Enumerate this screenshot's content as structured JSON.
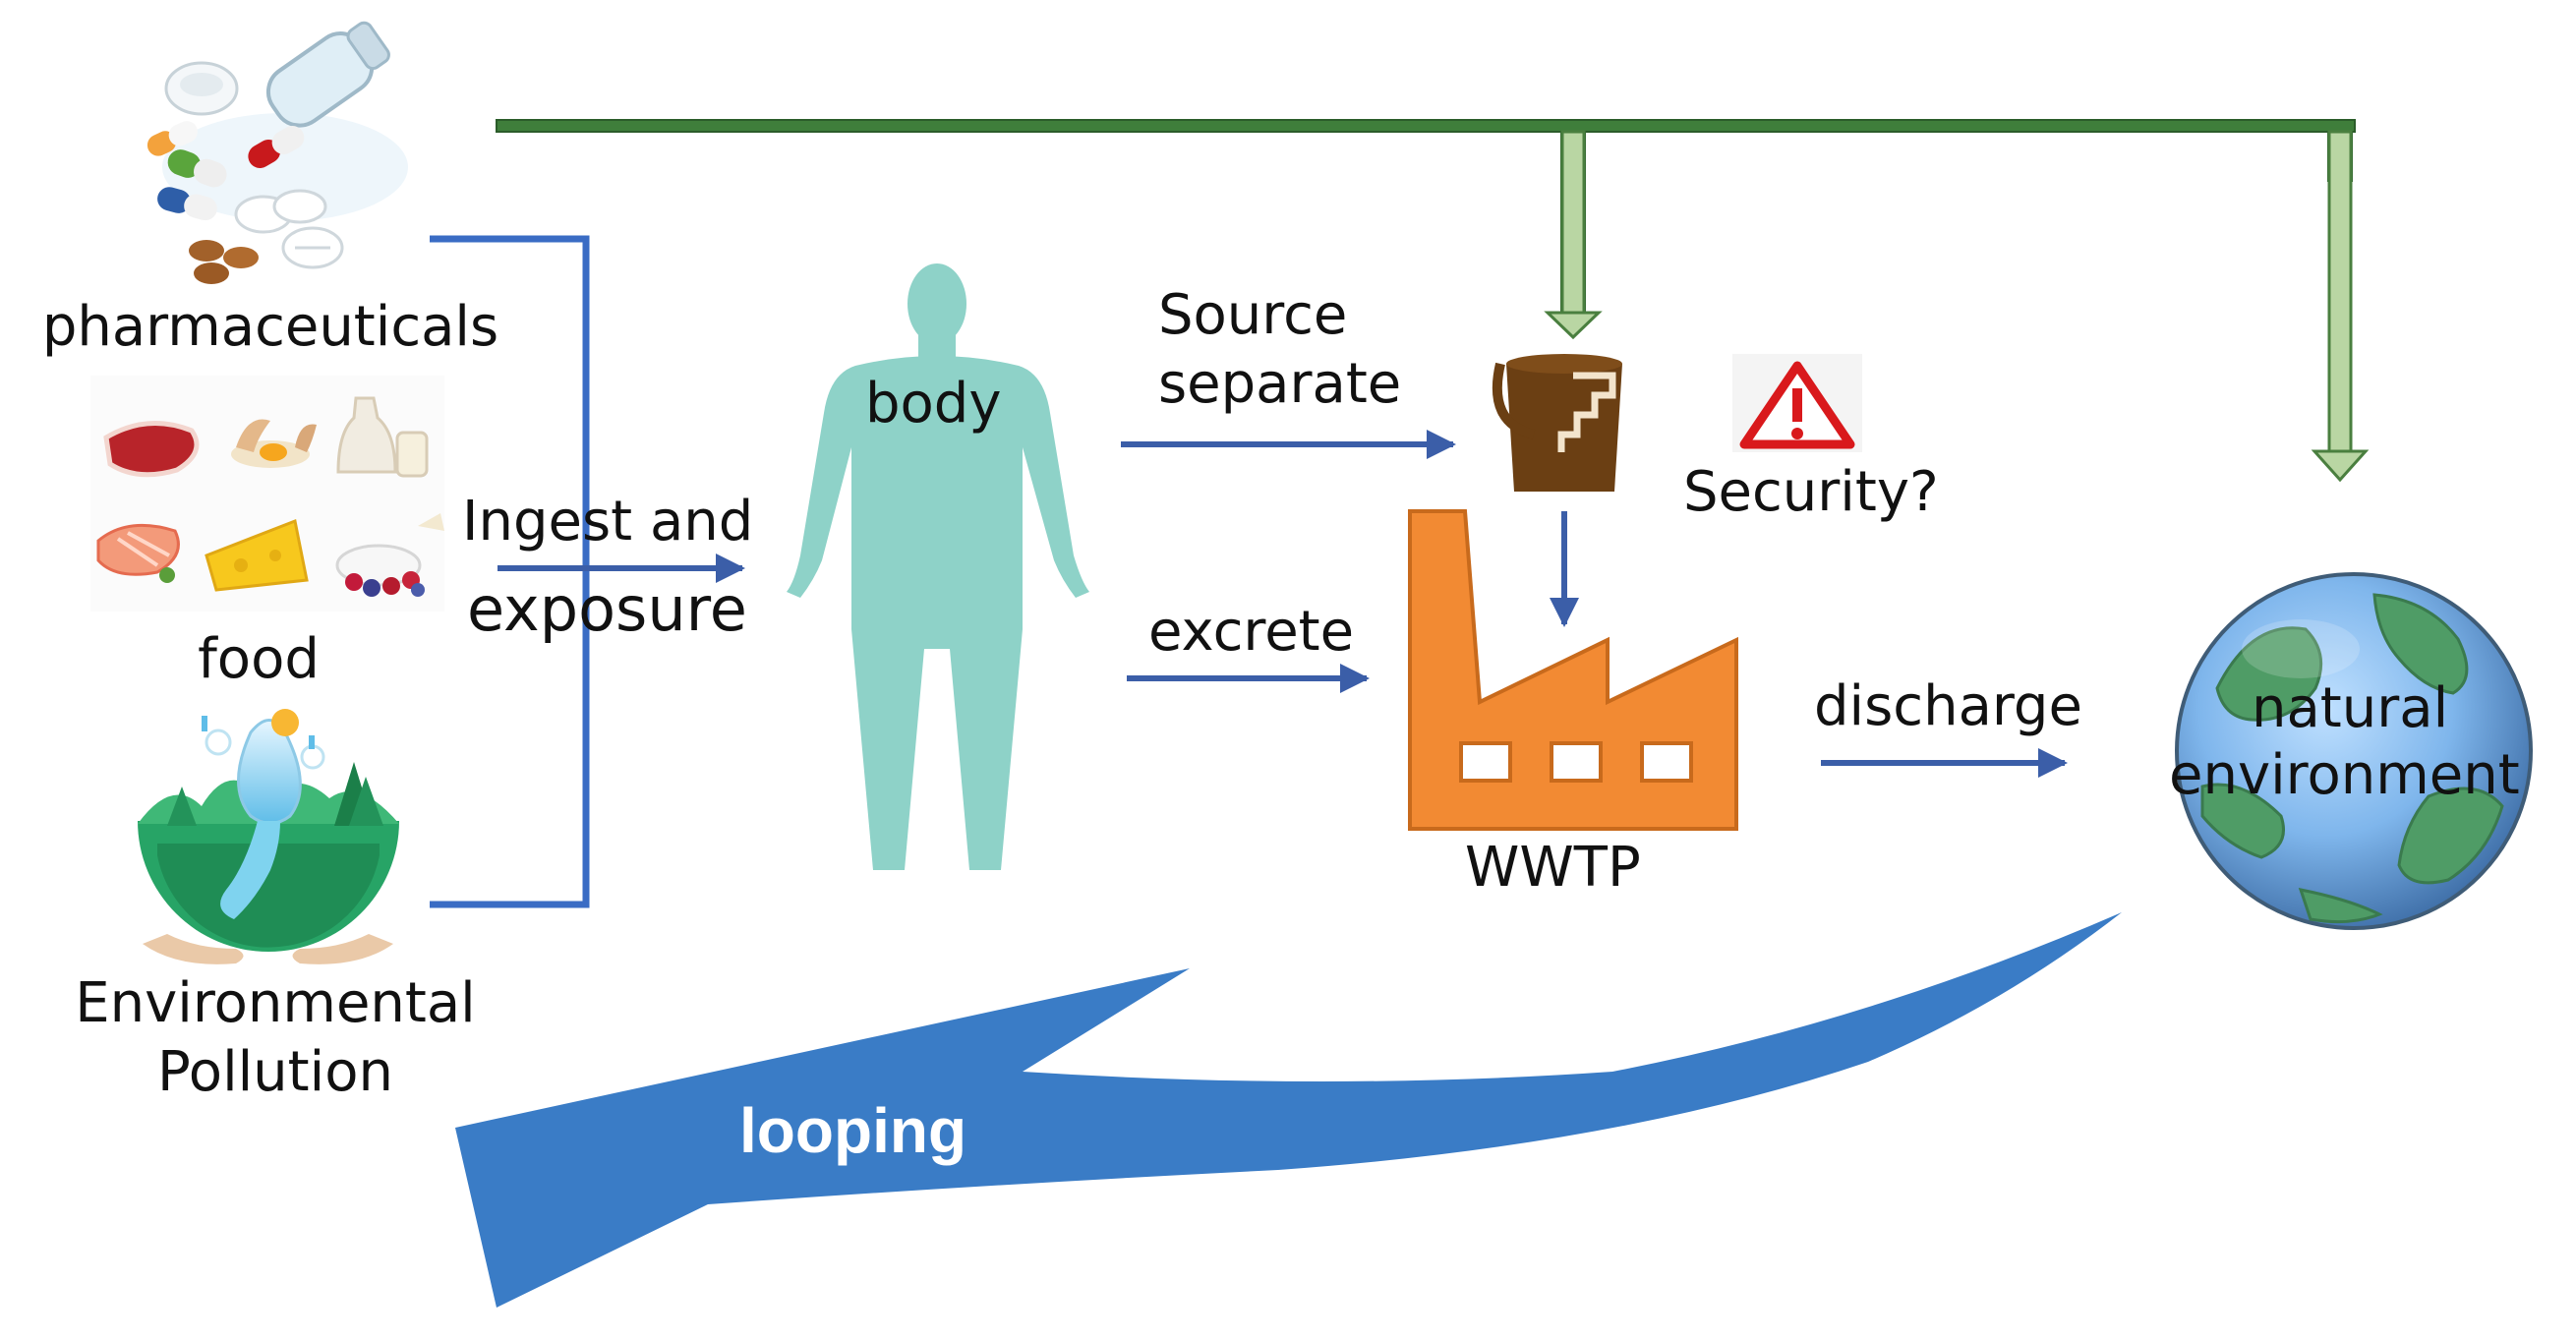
{
  "sources": {
    "pharmaceuticals": {
      "label": "pharmaceuticals",
      "icon": "pills-icon"
    },
    "food": {
      "label": "food",
      "icon": "food-icon"
    },
    "pollution": {
      "label_line1": "Environmental",
      "label_line2": "Pollution",
      "icon": "ecosystem-icon"
    }
  },
  "arrows": {
    "ingest_line1": "Ingest and",
    "ingest_line2": "exposure",
    "source_line1": "Source",
    "source_line2": "separate",
    "excrete": "excrete",
    "discharge": "discharge",
    "looping": "looping"
  },
  "nodes": {
    "body": "body",
    "wwtp": "WWTP",
    "security": "Security?",
    "natural_line1": "natural",
    "natural_line2": "environment"
  },
  "colors": {
    "bracket": "#3a6cc4",
    "flow_arrow": "#3b5ea8",
    "top_bar": "#3f7e3b",
    "down_arrow": "#b9d6a3",
    "body_fill": "#8ed2c8",
    "factory": "#f28a33",
    "bucket": "#6b3f13",
    "warning": "#d9191c",
    "loop_arrow": "#3a7cc6",
    "globe_water": "#7fb6ec",
    "globe_land": "#4f9c66"
  }
}
